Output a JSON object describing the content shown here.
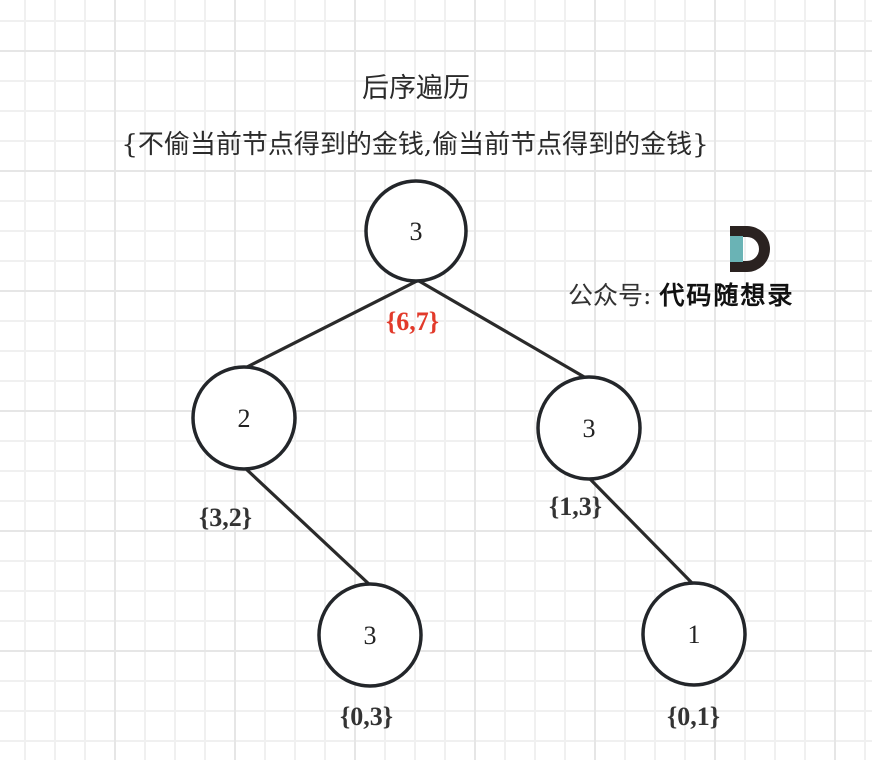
{
  "title": "后序遍历",
  "subtitle": "{不偷当前节点得到的金钱,偷当前节点得到的金钱}",
  "watermark": {
    "prefix": "公众号: ",
    "brand": "代码随想录",
    "logo_icon": "D-logo-icon",
    "colors": {
      "logo_dark": "#2a2220",
      "logo_teal": "#6ab3b5"
    }
  },
  "colors": {
    "edge": "#2a2a2a",
    "node_stroke": "#23262a",
    "highlight": "#e23a2b",
    "label": "#333333"
  },
  "tree": {
    "nodes": [
      {
        "id": "root",
        "value": "3",
        "pair": "{6,7}",
        "highlight": true
      },
      {
        "id": "left",
        "value": "2",
        "pair": "{3,2}",
        "highlight": false
      },
      {
        "id": "right",
        "value": "3",
        "pair": "{1,3}",
        "highlight": false
      },
      {
        "id": "left-right",
        "value": "3",
        "pair": "{0,3}",
        "highlight": false
      },
      {
        "id": "right-right",
        "value": "1",
        "pair": "{0,1}",
        "highlight": false
      }
    ],
    "edges": [
      {
        "from": "root",
        "to": "left"
      },
      {
        "from": "root",
        "to": "right"
      },
      {
        "from": "left",
        "to": "left-right"
      },
      {
        "from": "right",
        "to": "right-right"
      }
    ]
  }
}
